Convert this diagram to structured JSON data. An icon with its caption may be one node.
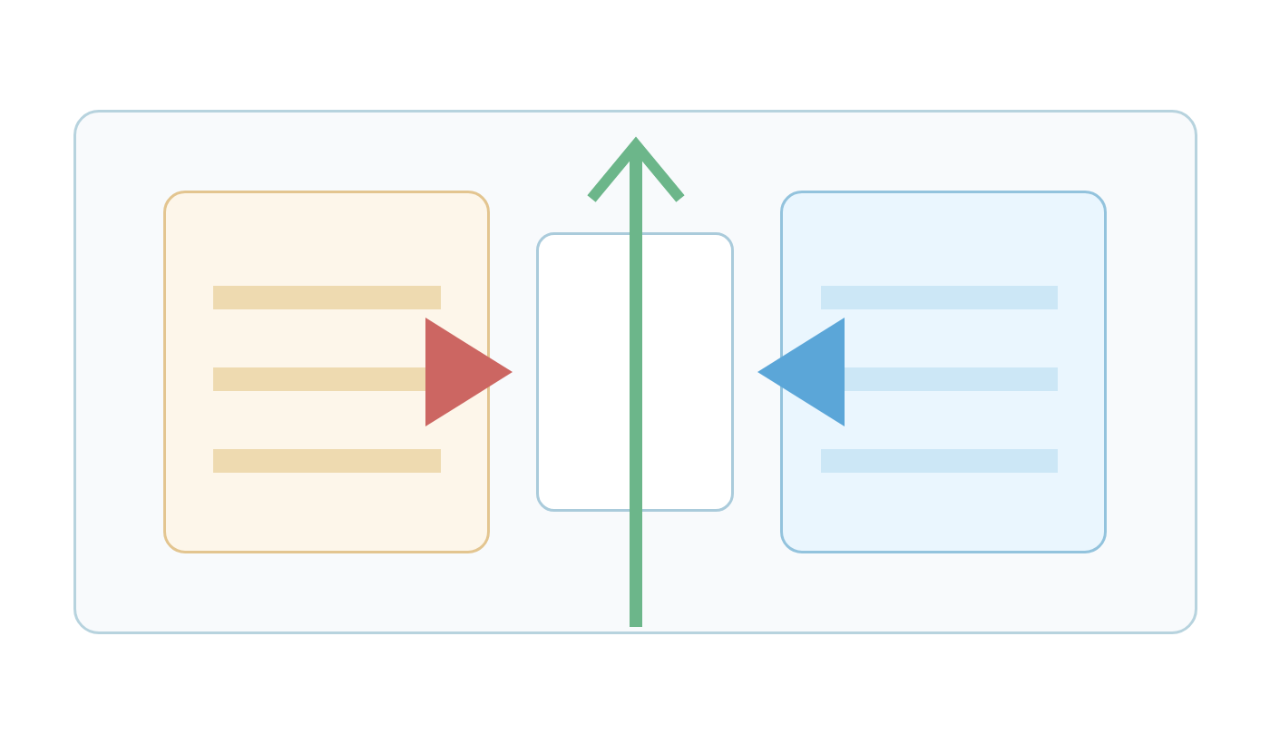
{
  "diagram": {
    "nodes": [
      {
        "text": [],
        "shape": "box"
      },
      {
        "text": [],
        "shape": "box",
        "in": 0
      },
      {
        "text": [],
        "shape": "box",
        "in": 0
      },
      {
        "text": [],
        "shape": "box",
        "in": 0
      }
    ],
    "edges": [
      {
        "from": 1,
        "to": 2,
        "arrow": "to",
        "color": "#cc6662"
      },
      {
        "from": 3,
        "to": 2,
        "arrow": "to",
        "color": "#5ba6d8"
      }
    ]
  }
}
